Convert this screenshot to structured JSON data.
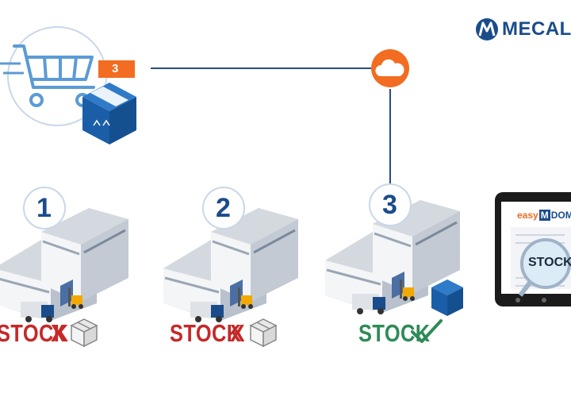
{
  "brand": {
    "name": "MECALUX",
    "icon": "mecalux-m-logo",
    "color": "#1a4c8b"
  },
  "order": {
    "badge": "3",
    "badge_color": "#f26c21",
    "icons": [
      "cart-icon",
      "box-icon"
    ]
  },
  "cloud": {
    "icon": "cloud-icon",
    "color": "#f26c21"
  },
  "warehouses": [
    {
      "number": "1",
      "stock_label": "STOCK",
      "status_mark": "X",
      "status": "out-of-stock",
      "status_icon": "empty-box-icon",
      "color": "#c62828"
    },
    {
      "number": "2",
      "stock_label": "STOCK",
      "status_mark": "X",
      "status": "out-of-stock",
      "status_icon": "empty-box-icon",
      "color": "#c62828"
    },
    {
      "number": "3",
      "stock_label": "STOCK",
      "status_mark": "",
      "status": "in-stock",
      "status_icon": "check-icon",
      "color": "#2e8b57"
    }
  ],
  "tablet": {
    "brand_left": "easy",
    "brand_mid": "M",
    "brand_right": "DOM",
    "search_text": "STOCK",
    "icon": "magnifier-icon"
  }
}
